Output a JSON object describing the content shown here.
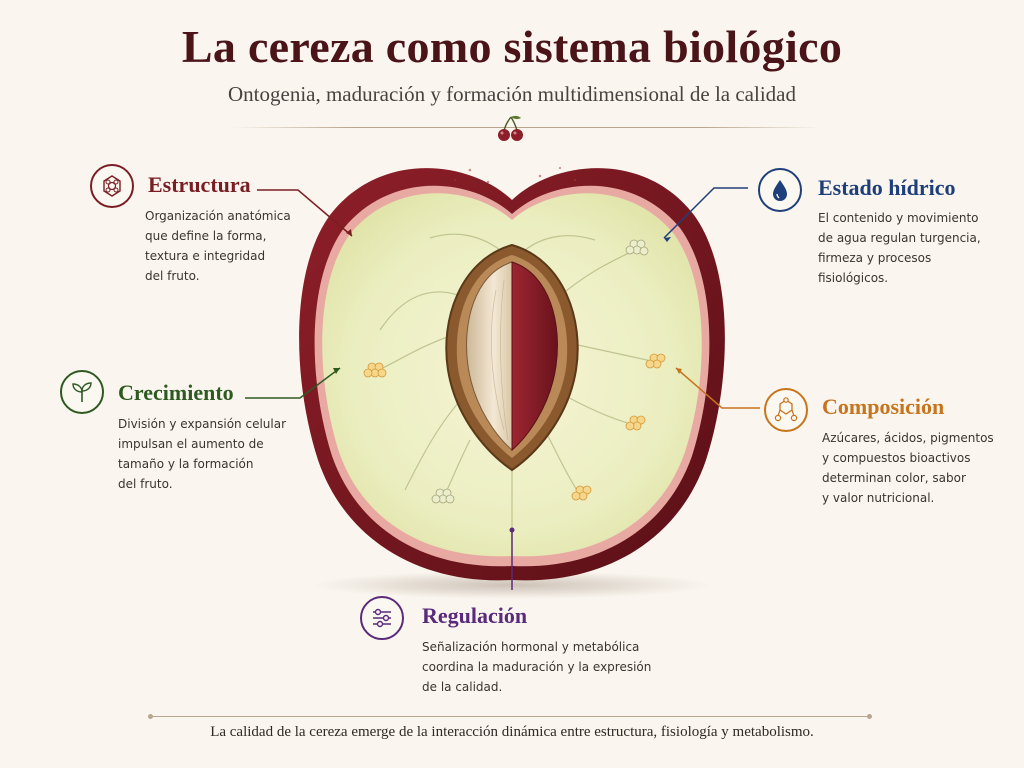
{
  "header": {
    "title": "La cereza como sistema biológico",
    "subtitle": "Ontogenia, maduración y formación multidimensional de la calidad"
  },
  "labels": {
    "estructura": {
      "title": "Estructura",
      "lines": [
        "Organización anatómica",
        "que define la forma,",
        "textura e integridad",
        "del fruto."
      ],
      "color": "#7a1e24",
      "icon": "cell-icon"
    },
    "crecimiento": {
      "title": "Crecimiento",
      "lines": [
        "División y expansión celular",
        "impulsan el aumento de",
        "tamaño y la formación",
        "del fruto."
      ],
      "color": "#2e5a22",
      "icon": "sprout-icon"
    },
    "estado_hidrico": {
      "title": "Estado hídrico",
      "lines": [
        "El contenido y movimiento",
        "de agua regulan turgencia,",
        "firmeza y procesos",
        "fisiológicos."
      ],
      "color": "#1f3f7a",
      "icon": "water-drop-icon"
    },
    "composicion": {
      "title": "Composición",
      "lines": [
        "Azúcares, ácidos, pigmentos",
        "y compuestos bioactivos",
        "determinan color, sabor",
        "y valor nutricional."
      ],
      "color": "#c7741c",
      "icon": "molecule-icon"
    },
    "regulacion": {
      "title": "Regulación",
      "lines": [
        "Señalización hormonal y metabólica",
        "coordina la maduración y la expresión",
        "de la calidad."
      ],
      "color": "#5b2a7a",
      "icon": "sliders-icon"
    }
  },
  "footer": {
    "text": "La calidad de la cereza emerge de la interacción dinámica entre estructura, fisiología y metabolismo."
  },
  "colors": {
    "skin": "#7a1a22",
    "flesh": "#eef0c4",
    "pit": "#8a5a2e",
    "seed_left": "#ead8bc",
    "seed_right": "#8c1f2a",
    "connector": "#b9a690"
  }
}
